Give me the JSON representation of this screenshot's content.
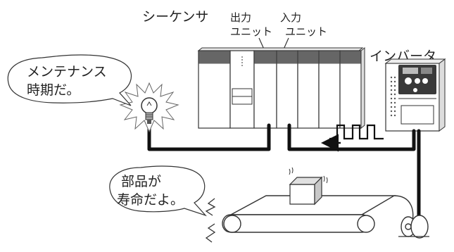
{
  "labels": {
    "sequencer": "シーケンサ",
    "output_unit_line1": "出力",
    "output_unit_line2": "ユニット",
    "input_unit_line1": "入力",
    "input_unit_line2": "ユニット",
    "inverter": "インバータ"
  },
  "bubbles": {
    "maintenance_line1": "メンテナンス",
    "maintenance_line2": "時期だ。",
    "lifespan_line1": "部品が",
    "lifespan_line2": "寿命だよ。"
  },
  "colors": {
    "stroke": "#333333",
    "cable": "#111111",
    "plc_band": "#666666",
    "plc_body": "#ffffff",
    "inverter_panel": "#3a3a3a",
    "bulb_glass": "#ffffff"
  },
  "icons": [
    "light-bulb-icon",
    "starburst-icon",
    "pulse-signal-icon",
    "arrow-left-icon",
    "box-icon"
  ]
}
